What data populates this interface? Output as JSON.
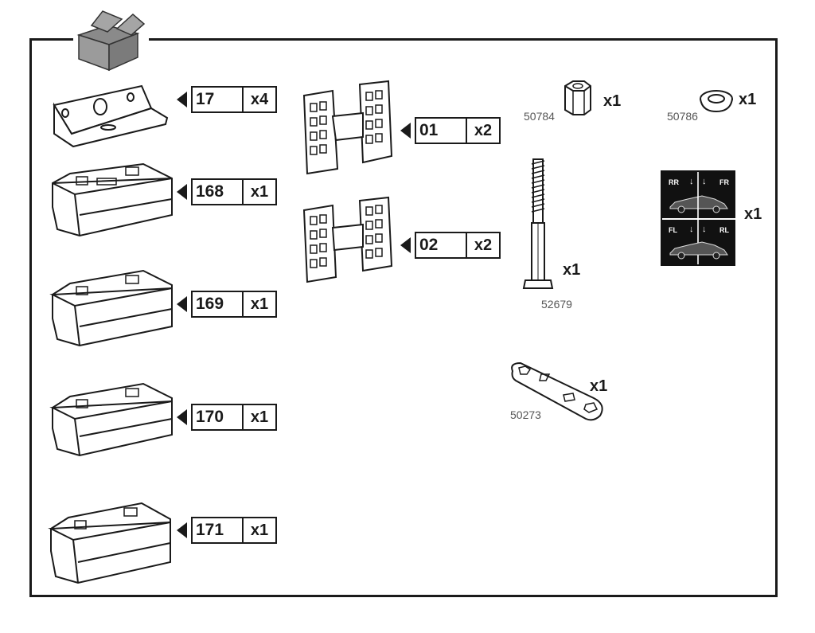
{
  "tags": [
    {
      "code": "17",
      "qty": "x4"
    },
    {
      "code": "168",
      "qty": "x1"
    },
    {
      "code": "169",
      "qty": "x1"
    },
    {
      "code": "170",
      "qty": "x1"
    },
    {
      "code": "171",
      "qty": "x1"
    },
    {
      "code": "01",
      "qty": "x2"
    },
    {
      "code": "02",
      "qty": "x2"
    }
  ],
  "parts": [
    {
      "number": "50784",
      "qty": "x1"
    },
    {
      "number": "50786",
      "qty": "x1"
    },
    {
      "number": "",
      "qty": "x1"
    },
    {
      "number": "52679",
      "qty": "x1"
    },
    {
      "number": "50273",
      "qty": "x1"
    }
  ],
  "sticker": {
    "rr": "RR",
    "fr": "FR",
    "fl": "FL",
    "rl": "RL"
  },
  "colors": {
    "line": "#1a1a1a",
    "box_icon": "#8a8a8a",
    "part_fill": "#ffffff"
  }
}
